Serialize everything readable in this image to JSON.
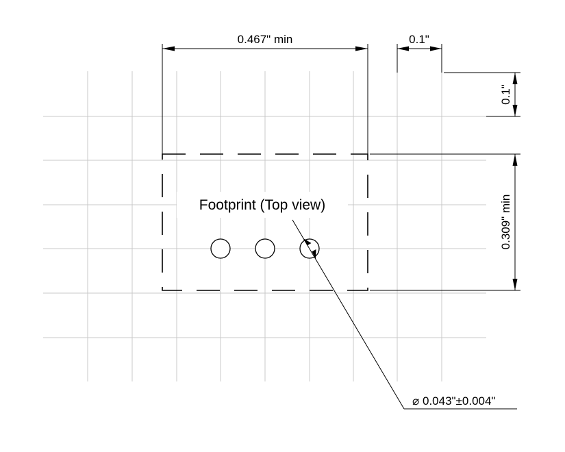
{
  "footprint": {
    "title": "Footprint (Top view)",
    "hole_count": 3
  },
  "dimensions": {
    "width": "0.467\" min",
    "pitch": "0.1\"",
    "row_pitch": "0.1\"",
    "height": "0.309\" min"
  },
  "hole_callout": {
    "symbol": "⌀",
    "value": "0.043\"±0.004\""
  }
}
